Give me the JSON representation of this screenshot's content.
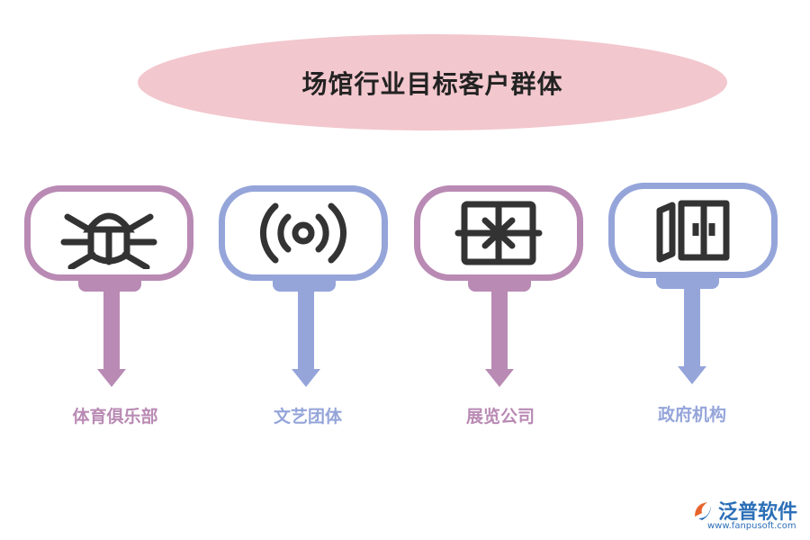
{
  "title": "场馆行业目标客户群体",
  "categories": [
    {
      "label": "体育俱乐部",
      "icon": "bug-icon",
      "color": "#b98ab4",
      "text_color": "#b98ab4"
    },
    {
      "label": "文艺团体",
      "icon": "broadcast-icon",
      "color": "#95a5da",
      "text_color": "#95a5da"
    },
    {
      "label": "展览公司",
      "icon": "gift-box-icon",
      "color": "#b98ab4",
      "text_color": "#b98ab4"
    },
    {
      "label": "政府机构",
      "icon": "door-panels-icon",
      "color": "#95a5da",
      "text_color": "#95a5da"
    }
  ],
  "logo": {
    "name": "泛普软件",
    "url": "www.fanpusoft.com"
  }
}
